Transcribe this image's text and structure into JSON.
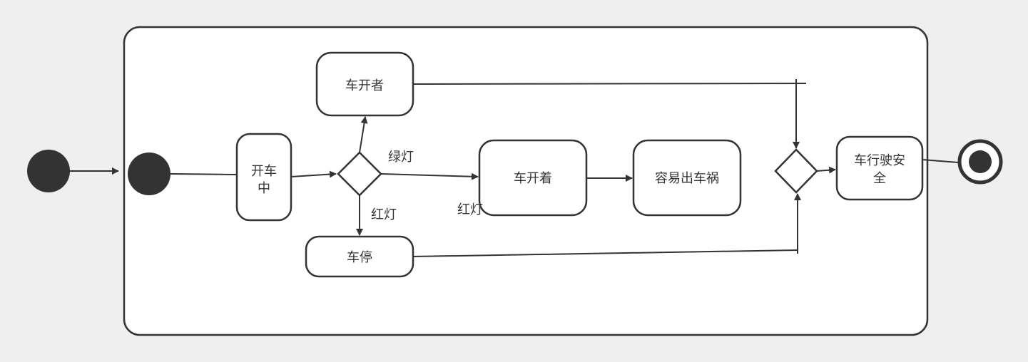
{
  "nodes": {
    "start_outer": "",
    "start_inner": "",
    "driving": [
      "开车",
      "中"
    ],
    "car_moving_top": "车开者",
    "car_stop": "车停",
    "car_moving_mid": "车开着",
    "accident": "容易出车祸",
    "safe": [
      "车行驶安",
      "全"
    ],
    "final": ""
  },
  "edges": {
    "green_light": "绿灯",
    "red_light_down": "红灯",
    "red_light_mid": "红灯"
  },
  "colors": {
    "background": "#efefef",
    "node_fill": "#ffffff",
    "stroke": "#333333",
    "start": "#333333"
  }
}
